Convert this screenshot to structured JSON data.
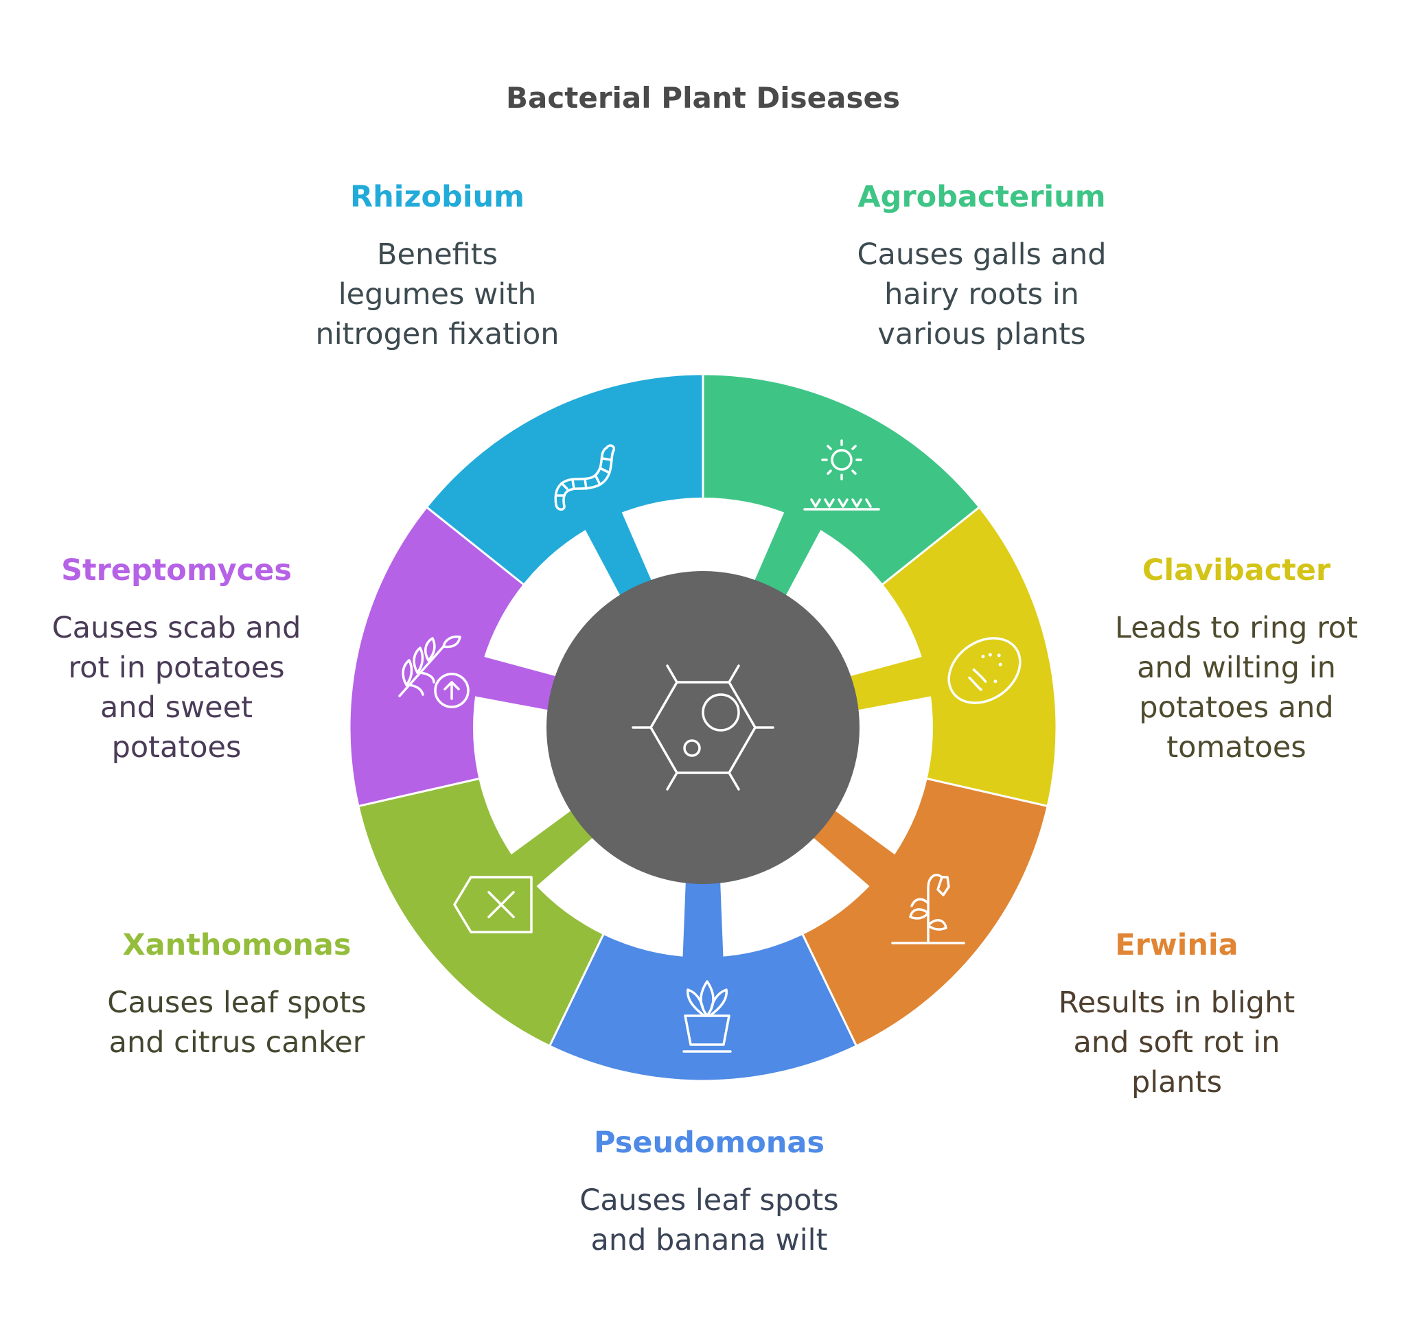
{
  "title": "Bacterial Plant Diseases",
  "colors": {
    "rhizobium": "#22abd9",
    "agrobacterium": "#3ec586",
    "clavibacter": "#dece18",
    "erwinia": "#e08533",
    "pseudomonas": "#4e8ae6",
    "xanthomonas": "#94bd3c",
    "streptomyces": "#b662e6",
    "hub": "#646464"
  },
  "segments": [
    {
      "key": "rhizobium",
      "name": "Rhizobium",
      "description": "Benefits legumes with nitrogen fixation",
      "icon": "worm-icon"
    },
    {
      "key": "agrobacterium",
      "name": "Agrobacterium",
      "description": "Causes galls and hairy roots in various plants",
      "icon": "sun-grass-icon"
    },
    {
      "key": "clavibacter",
      "name": "Clavibacter",
      "description": "Leads to ring rot and wilting in potatoes and tomatoes",
      "icon": "potato-icon"
    },
    {
      "key": "erwinia",
      "name": "Erwinia",
      "description": "Results in blight and soft rot in plants",
      "icon": "wilting-plant-icon"
    },
    {
      "key": "pseudomonas",
      "name": "Pseudomonas",
      "description": "Causes leaf spots and banana wilt",
      "icon": "potted-plant-icon"
    },
    {
      "key": "xanthomonas",
      "name": "Xanthomonas",
      "description": "Causes leaf spots and citrus canker",
      "icon": "backspace-icon"
    },
    {
      "key": "streptomyces",
      "name": "Streptomyces",
      "description": "Causes scab and rot in potatoes and sweet potatoes",
      "icon": "wheat-upload-icon"
    }
  ],
  "hub_icon": "bacterium-cell-icon"
}
